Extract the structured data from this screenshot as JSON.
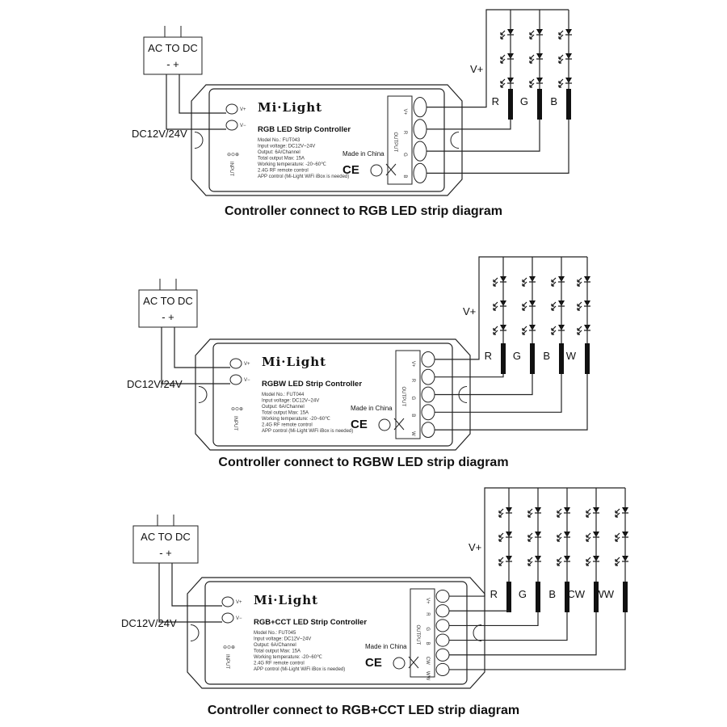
{
  "diagrams": [
    {
      "psu_label": "AC TO DC",
      "psu_polarity": "-   +",
      "dc_label": "DC12V/24V",
      "vplus": "V+",
      "brand": "Mi·Light",
      "product_title": "RGB LED Strip Controller",
      "specs": [
        "Model No.: FUT043",
        "Input voltage: DC12V~24V",
        "Output: 6A/Channel",
        "Total output Max: 15A",
        "Working temperature: -20~60℃",
        "2.4G RF remote control",
        "APP control (Mi-Light WiFi iBox is needed)"
      ],
      "input_label": "INPUT",
      "output_label": "OUTPUT",
      "v_in": [
        "V+",
        "V−"
      ],
      "out_terminals": [
        "V+",
        "R",
        "G",
        "B"
      ],
      "made_in": "Made in China",
      "channels": [
        "R",
        "G",
        "B"
      ],
      "caption": "Controller connect to RGB LED strip diagram"
    },
    {
      "psu_label": "AC TO DC",
      "psu_polarity": "-   +",
      "dc_label": "DC12V/24V",
      "vplus": "V+",
      "brand": "Mi·Light",
      "product_title": "RGBW LED Strip Controller",
      "specs": [
        "Model No.: FUT044",
        "Input voltage: DC12V~24V",
        "Output: 6A/Channel",
        "Total output Max: 15A",
        "Working temperature: -20~60℃",
        "2.4G RF remote control",
        "APP control (Mi-Light WiFi iBox is needed)"
      ],
      "input_label": "INPUT",
      "output_label": "OUTPUT",
      "v_in": [
        "V+",
        "V−"
      ],
      "out_terminals": [
        "V+",
        "R",
        "G",
        "B",
        "W"
      ],
      "made_in": "Made in China",
      "channels": [
        "R",
        "G",
        "B",
        "W"
      ],
      "caption": "Controller connect to RGBW LED strip diagram"
    },
    {
      "psu_label": "AC TO DC",
      "psu_polarity": "-   +",
      "dc_label": "DC12V/24V",
      "vplus": "V+",
      "brand": "Mi·Light",
      "product_title": "RGB+CCT LED Strip Controller",
      "specs": [
        "Model No.: FUT045",
        "Input voltage: DC12V~24V",
        "Output: 6A/Channel",
        "Total output Max: 15A",
        "Working temperature: -20~60℃",
        "2.4G RF remote control",
        "APP control (Mi-Light WiFi iBox is needed)"
      ],
      "input_label": "INPUT",
      "output_label": "OUTPUT",
      "v_in": [
        "V+",
        "V−"
      ],
      "out_terminals": [
        "V+",
        "R",
        "G",
        "B",
        "CW",
        "WW"
      ],
      "made_in": "Made in China",
      "channels": [
        "R",
        "G",
        "B",
        "CW",
        "WW"
      ],
      "caption": "Controller connect to RGB+CCT LED strip diagram"
    }
  ]
}
